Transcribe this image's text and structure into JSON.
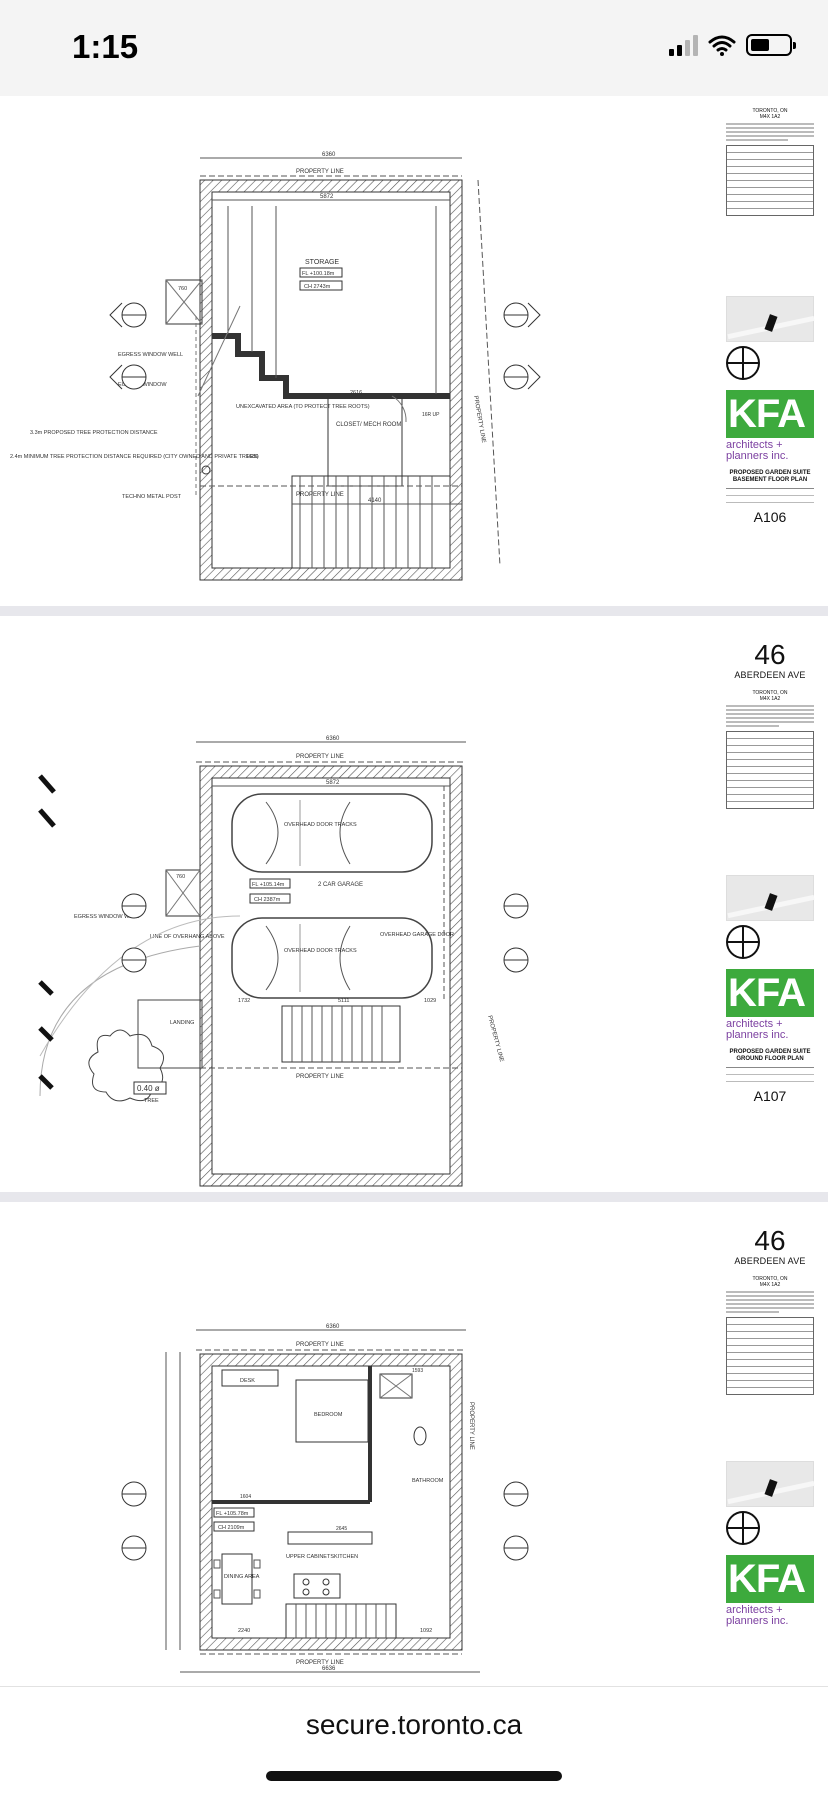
{
  "status_bar": {
    "time": "1:15"
  },
  "browser": {
    "url": "secure.toronto.ca"
  },
  "sheets": [
    {
      "sheet_no": "A106",
      "title": "PROPOSED GARDEN SUITE BASEMENT FLOOR PLAN",
      "city": "TORONTO, ON",
      "postal": "M4X 1A2",
      "labels": {
        "dim_top": "6360",
        "prop_top": "PROPERTY LINE",
        "dim_inner": "5872",
        "storage": "STORAGE",
        "fl": "FL +100.18m",
        "ch": "CH 2743m",
        "egress1": "EGRESS WINDOW WELL",
        "egress2": "EGRESS WINDOW",
        "unexc": "UNEXCAVATED AREA (TO PROTECT TREE ROOTS)",
        "closet": "CLOSET/ MECH ROOM",
        "tree33": "3.3m PROPOSED TREE PROTECTION DISTANCE",
        "tree24": "2.4m MINIMUM TREE PROTECTION DISTANCE REQUIRED (CITY OWNED AND PRIVATE TREES)",
        "techno": "TECHNO METAL POST",
        "prop_bot": "PROPERTY LINE",
        "dim_bot": "4140",
        "prop_side": "PROPERTY LINE",
        "d760": "760",
        "d2616": "2616",
        "d1686": "1686",
        "up": "16R UP"
      }
    },
    {
      "address_number": "46",
      "address_street": "ABERDEEN AVE",
      "sheet_no": "A107",
      "title": "PROPOSED GARDEN SUITE GROUND FLOOR PLAN",
      "city": "TORONTO, ON",
      "postal": "M4X 1A2",
      "labels": {
        "dim_top": "6360",
        "prop_top": "PROPERTY LINE",
        "dim_inner": "5872",
        "odt1": "OVERHEAD DOOR TRACKS",
        "odt2": "OVERHEAD DOOR TRACKS",
        "fl": "FL +105.14m",
        "ch": "CH 2387m",
        "garage": "2 CAR GARAGE",
        "ogd": "OVERHEAD GARAGE DOOR",
        "egress": "EGRESS WINDOW WELL",
        "overhang": "LINE OF OVERHANG ABOVE",
        "landing": "LANDING",
        "tree_tag": "0.40 ø",
        "tree_sub": "TREE",
        "prop_bot": "PROPERTY LINE",
        "prop_side": "PROPERTY LINE",
        "d760": "760",
        "d1732": "1732",
        "d5111": "5111",
        "d1029": "1029"
      }
    },
    {
      "address_number": "46",
      "address_street": "ABERDEEN AVE",
      "city": "TORONTO, ON",
      "postal": "M4X 1A2",
      "labels": {
        "dim_top": "6360",
        "prop_top": "PROPERTY LINE",
        "desk": "DESK",
        "bedroom": "BEDROOM",
        "bathroom": "BATHROOM",
        "fl": "FL +105.78m",
        "ch": "CH 2109m",
        "dining": "DINING AREA",
        "upper": "UPPER CABINETS",
        "kitchen": "KITCHEN",
        "prop_bot": "PROPERTY LINE",
        "dim_bot": "6636",
        "prop_side": "PROPERTY LINE",
        "d1593": "1593",
        "d2240": "2240",
        "d1092": "1092",
        "d2645": "2645",
        "d1604": "1604"
      }
    }
  ]
}
